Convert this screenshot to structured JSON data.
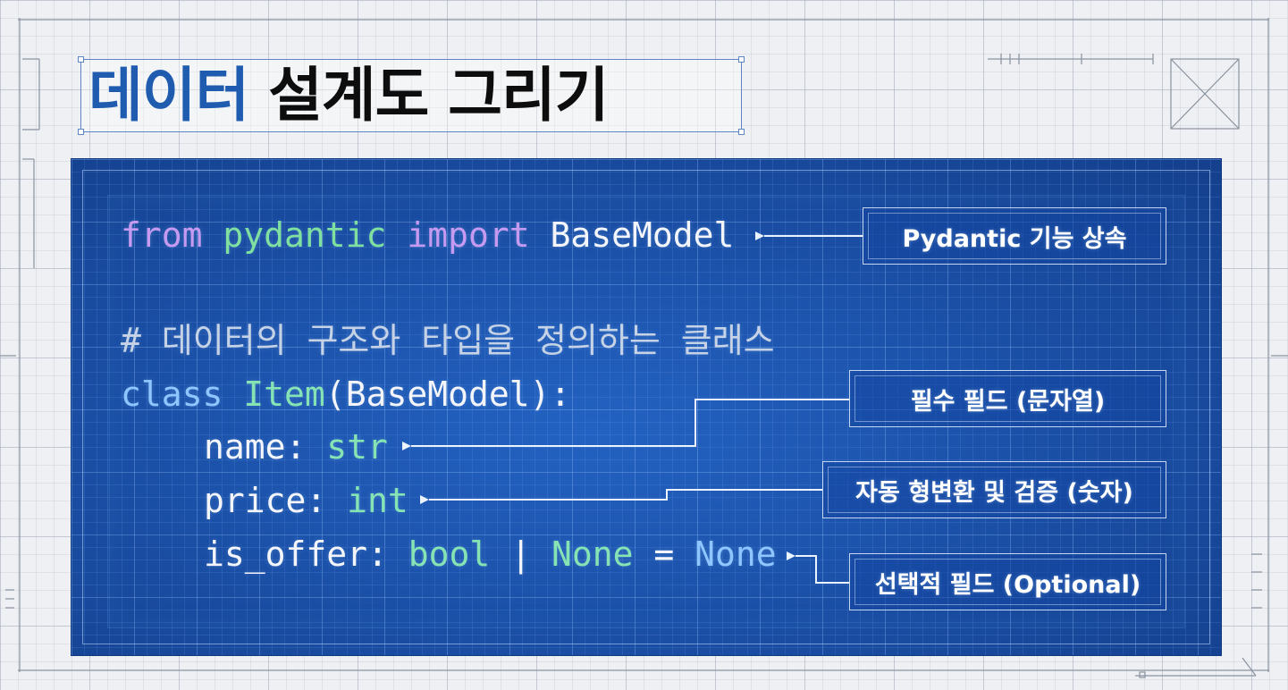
{
  "title": {
    "accent": "데이터",
    "main": "설계도 그리기"
  },
  "code": {
    "line1": {
      "kw_from": "from",
      "module": "pydantic",
      "kw_import": "import",
      "name": "BaseModel"
    },
    "comment": "# 데이터의 구조와 타입을 정의하는 클래스",
    "line3": {
      "kw_class": "class",
      "cls_name": "Item",
      "paren_open": "(",
      "base": "BaseModel",
      "paren_close": "):"
    },
    "field1": {
      "name": "name:",
      "type": "str"
    },
    "field2": {
      "name": "price:",
      "type": "int"
    },
    "field3": {
      "name": "is_offer:",
      "type": "bool",
      "pipe": "|",
      "none_type": "None",
      "eq": "=",
      "default": "None"
    }
  },
  "annotations": {
    "inherit": "Pydantic 기능 상속",
    "required": "필수 필드 (문자열)",
    "coerce": "자동 형변환 및 검증 (숫자)",
    "optional": "선택적 필드 (Optional)"
  },
  "colors": {
    "panel": "#1a4ea4",
    "title_accent": "#1f5cb0",
    "keyword": "#c59af0",
    "module": "#7fe0a0",
    "class_name": "#8fc6ff",
    "type": "#86e3b4"
  }
}
